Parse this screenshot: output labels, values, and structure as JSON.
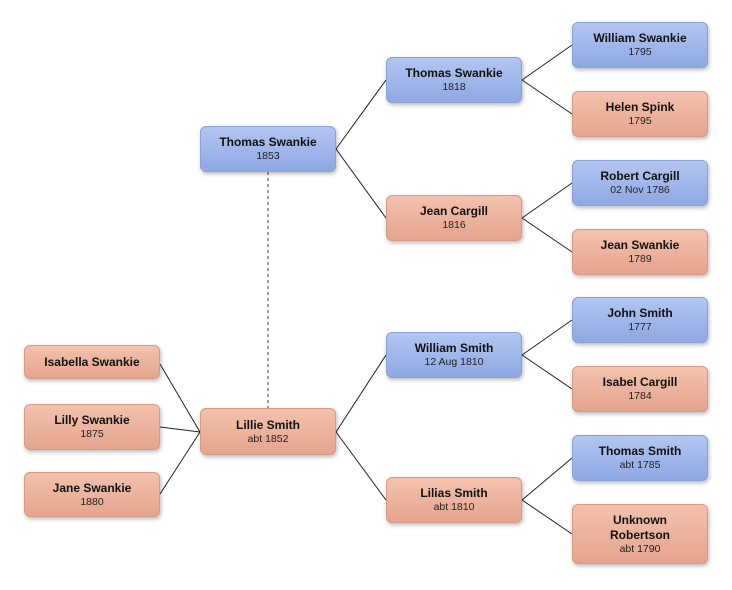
{
  "people": {
    "root": {
      "name": "Lillie Smith",
      "date": "abt 1852"
    },
    "spouse": {
      "name": "Thomas Swankie",
      "date": "1853"
    },
    "children": [
      {
        "name": "Isabella Swankie",
        "date": ""
      },
      {
        "name": "Lilly Swankie",
        "date": "1875"
      },
      {
        "name": "Jane Swankie",
        "date": "1880"
      }
    ],
    "spouse_father": {
      "name": "Thomas Swankie",
      "date": "1818"
    },
    "spouse_mother": {
      "name": "Jean Cargill",
      "date": "1816"
    },
    "root_father": {
      "name": "William Smith",
      "date": "12 Aug 1810"
    },
    "root_mother": {
      "name": "Lilias Smith",
      "date": "abt 1810"
    },
    "great_grandparents": [
      {
        "name": "William Swankie",
        "date": "1795"
      },
      {
        "name": "Helen Spink",
        "date": "1795"
      },
      {
        "name": "Robert Cargill",
        "date": "02 Nov 1786"
      },
      {
        "name": "Jean Swankie",
        "date": "1789"
      },
      {
        "name": "John Smith",
        "date": "1777"
      },
      {
        "name": "Isabel Cargill",
        "date": "1784"
      },
      {
        "name": "Thomas Smith",
        "date": "abt 1785"
      },
      {
        "name": "Unknown Robertson",
        "date": "abt 1790"
      }
    ]
  },
  "colors": {
    "male": "#9db4ea",
    "female": "#eeb39e",
    "connector": "#222222",
    "marriage_line": "#666666"
  }
}
